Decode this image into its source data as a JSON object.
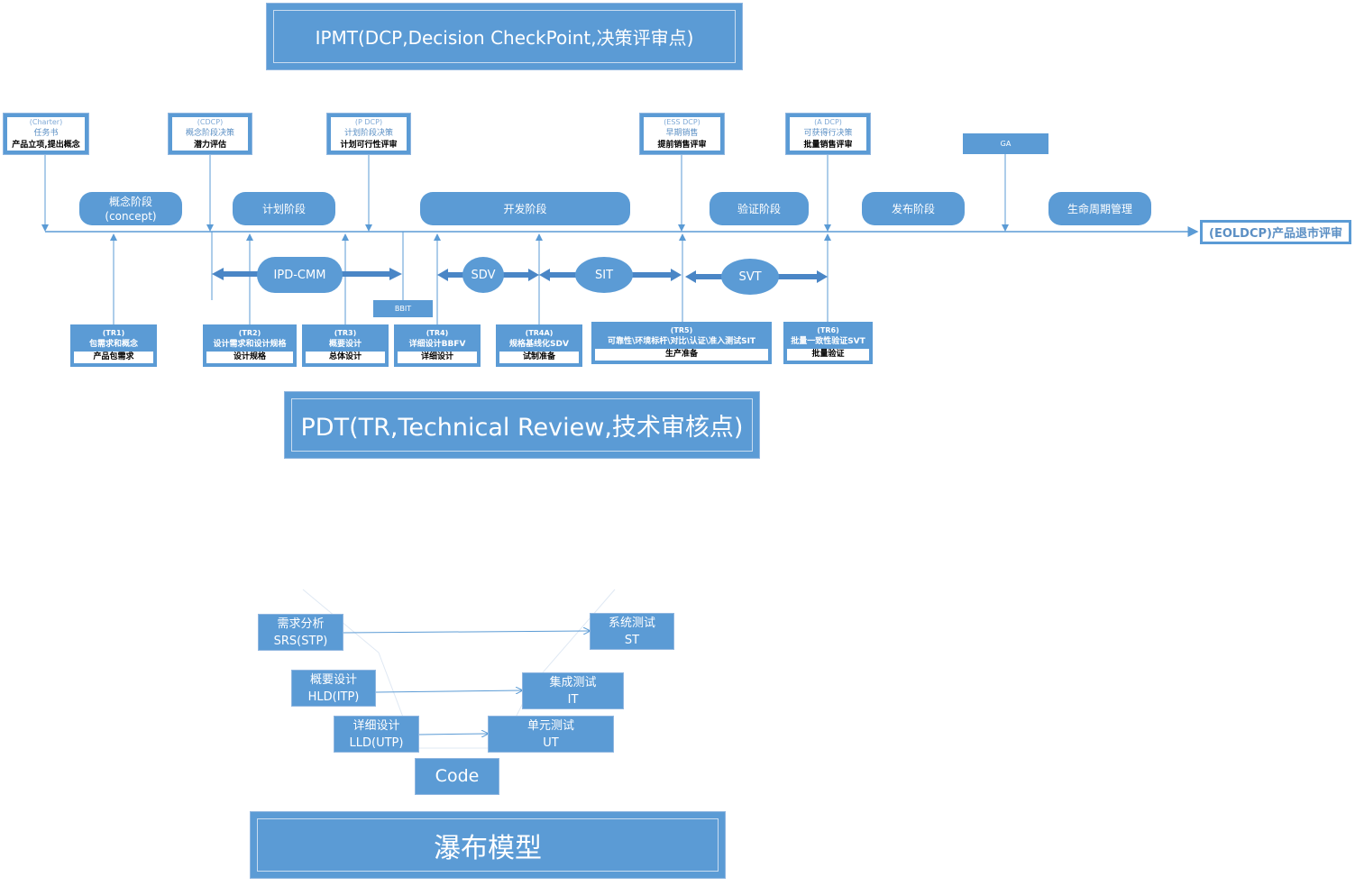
{
  "ipmt_title": "IPMT(DCP,Decision CheckPoint,决策评审点)",
  "pdt_title": "PDT(TR,Technical Review,技术审核点)",
  "waterfall_title": "瀑布模型",
  "eol_label": "(EOLDCP)产品退市评审",
  "decision_points": [
    {
      "code": "(Charter)",
      "name": "任务书",
      "desc": "产品立项,提出概念"
    },
    {
      "code": "(CDCP)",
      "name": "概念阶段决策",
      "desc": "潜力评估"
    },
    {
      "code": "(P DCP)",
      "name": "计划阶段决策",
      "desc": "计划可行性评审"
    },
    {
      "code": "(ESS DCP)",
      "name": "早期销售",
      "desc": "提前销售评审"
    },
    {
      "code": "(A DCP)",
      "name": "可获得行决策",
      "desc": "批量销售评审"
    },
    {
      "code": "GA",
      "name": "",
      "desc": ""
    }
  ],
  "phases": [
    {
      "line1": "概念阶段",
      "line2": "(concept)"
    },
    {
      "line1": "计划阶段",
      "line2": ""
    },
    {
      "line1": "开发阶段",
      "line2": ""
    },
    {
      "line1": "验证阶段",
      "line2": ""
    },
    {
      "line1": "发布阶段",
      "line2": ""
    },
    {
      "line1": "生命周期管理",
      "line2": ""
    }
  ],
  "activities": [
    "IPD-CMM",
    "SDV",
    "SIT",
    "SVT"
  ],
  "bbit_label": "BBIT",
  "technical_reviews": [
    {
      "code": "(TR1)",
      "name": "包需求和概念",
      "desc": "产品包需求"
    },
    {
      "code": "(TR2)",
      "name": "设计需求和设计规格",
      "desc": "设计规格"
    },
    {
      "code": "(TR3)",
      "name": "概要设计",
      "desc": "总体设计"
    },
    {
      "code": "(TR4)",
      "name": "详细设计BBFV",
      "desc": "详细设计"
    },
    {
      "code": "(TR4A)",
      "name": "规格基线化SDV",
      "desc": "试制准备"
    },
    {
      "code": "(TR5)",
      "name": "可靠性\\环境标杆\\对比\\认证\\准入测试SIT",
      "desc": "生产准备"
    },
    {
      "code": "(TR6)",
      "name": "批量一致性验证SVT",
      "desc": "批量验证"
    }
  ],
  "waterfall": {
    "left": [
      {
        "line1": "需求分析",
        "line2": "SRS(STP)"
      },
      {
        "line1": "概要设计",
        "line2": "HLD(ITP)"
      },
      {
        "line1": "详细设计",
        "line2": "LLD(UTP)"
      }
    ],
    "right": [
      {
        "line1": "系统测试",
        "line2": "ST"
      },
      {
        "line1": "集成测试",
        "line2": "IT"
      },
      {
        "line1": "单元测试",
        "line2": "UT"
      }
    ],
    "code": "Code"
  },
  "colors": {
    "accent": "#5b9bd5",
    "line": "#5b9bd5",
    "dark_text": "#000000"
  }
}
